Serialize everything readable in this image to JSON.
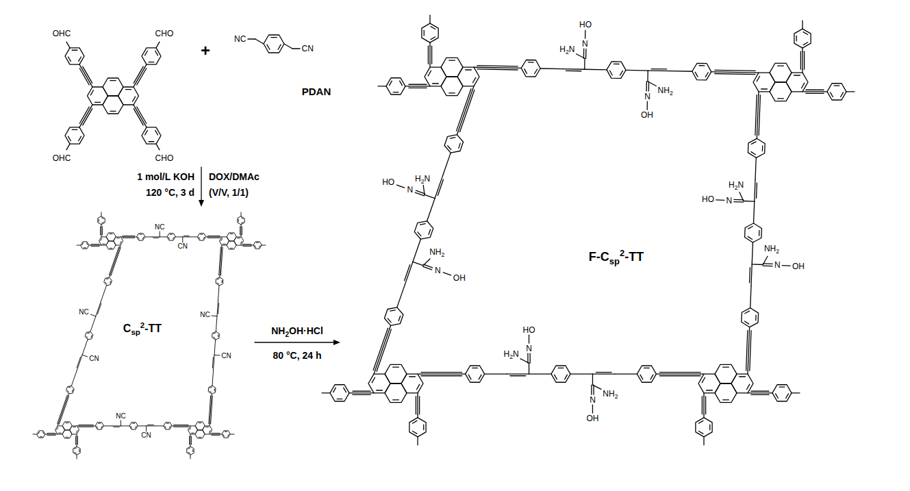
{
  "diagram": {
    "labels": [
      "OHC",
      "CHO",
      "+",
      "NC",
      "CN",
      "OHC",
      "CHO",
      "PDAN",
      "1 mol/L KOH",
      "DOX/DMAc",
      "120 °C, 3 d",
      "(V/V, 1/1)",
      "Csp2-TT",
      "NH2OH·HCl",
      "80 °C, 24 h",
      "F-Csp2-TT",
      "NC",
      "CN",
      "NC",
      "CN",
      "NC",
      "CN",
      "NC",
      "CN",
      "H2N",
      "N",
      "HO",
      "NH2",
      "N",
      "OH",
      "H2N",
      "N",
      "HO",
      "NH2",
      "N",
      "OH",
      "H2N",
      "N",
      "HO",
      "NH2",
      "N",
      "OH",
      "H2N",
      "N",
      "HO",
      "NH2",
      "N",
      "OH"
    ]
  }
}
